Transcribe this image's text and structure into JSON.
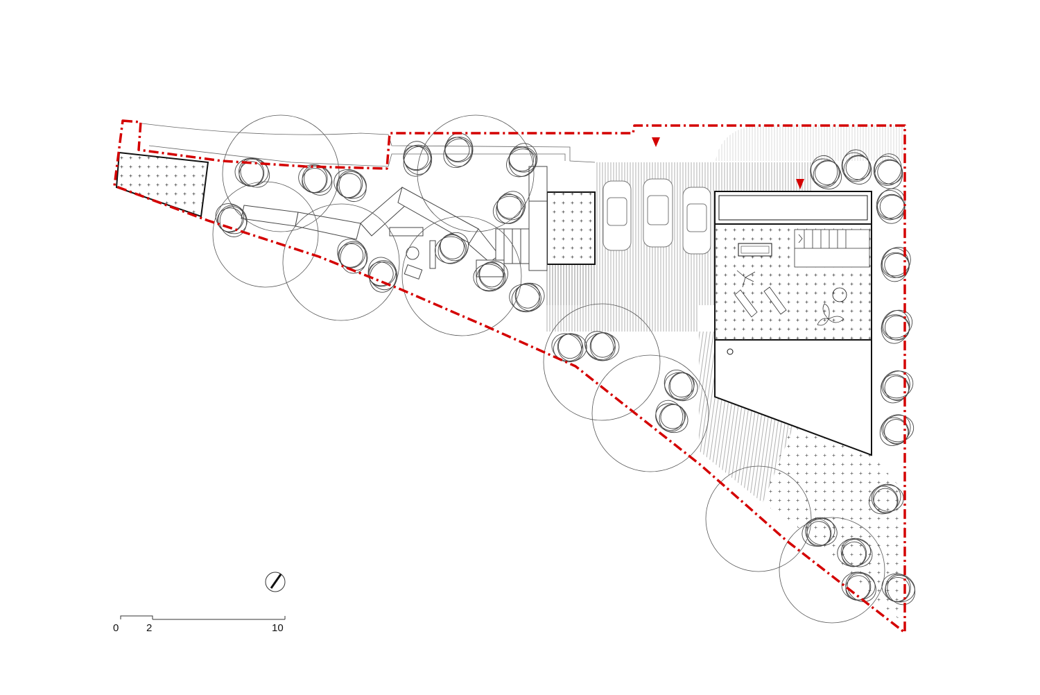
{
  "colors": {
    "boundary": "#d40000",
    "line": "#222222",
    "hatch": "#7a7a7a",
    "tree": "#555555",
    "paper": "#ffffff"
  },
  "scale_bar": {
    "labels": [
      "0",
      "2",
      "10"
    ],
    "unit": ""
  },
  "north_arrow": {
    "icon": "north-arrow-icon"
  },
  "entrance_markers": {
    "icon": "triangle-down-icon",
    "count": 2
  }
}
